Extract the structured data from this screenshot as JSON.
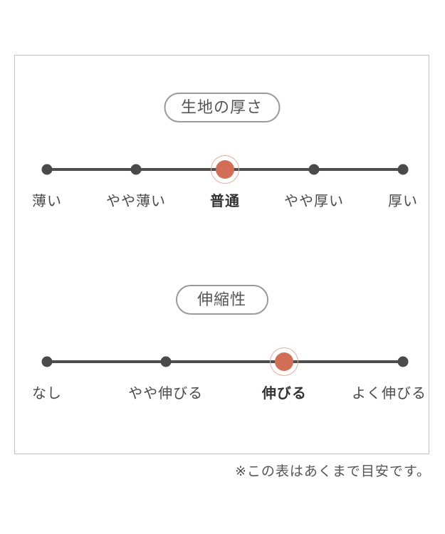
{
  "panel": {
    "scales": [
      {
        "title": "生地の厚さ",
        "labels": [
          "薄い",
          "やや薄い",
          "普通",
          "やや厚い",
          "厚い"
        ],
        "selected_index": 2,
        "selected_label": "普通"
      },
      {
        "title": "伸縮性",
        "labels": [
          "なし",
          "やや伸びる",
          "伸びる",
          "よく伸びる"
        ],
        "selected_index": 2,
        "selected_label": "伸びる"
      }
    ]
  },
  "note": {
    "text": "※この表はあくまで目安です。"
  },
  "colors": {
    "accent": "#d26e56",
    "accent_ring": "#e6ad9e",
    "track": "#4d4d4d",
    "dot": "#4a4a4a",
    "label_text": "#4a4a4a",
    "selected_label_text": "#333333",
    "panel_border": "#c2c2c2",
    "pill_border": "#9a9a9a",
    "pill_text": "#555555",
    "note_text": "#555555",
    "background": "#ffffff"
  }
}
